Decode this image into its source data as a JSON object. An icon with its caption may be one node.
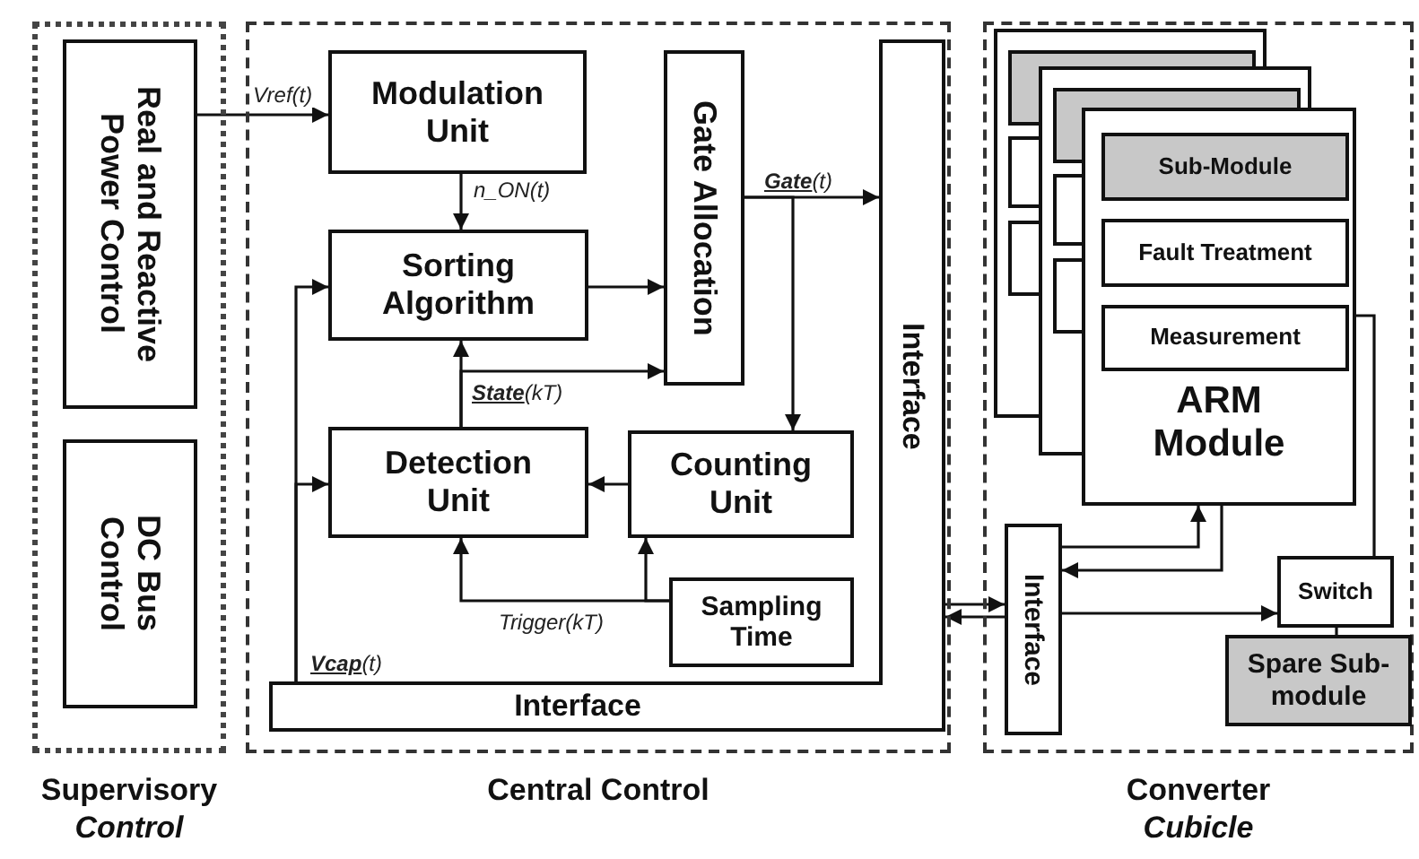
{
  "diagram": {
    "nodes": [
      {
        "text": [
          "Supervisory *Control*"
        ]
      },
      {
        "text": [
          "Real and Reactive Power Control"
        ],
        "in": 0
      },
      {
        "text": [
          "DC Bus Control"
        ],
        "in": 0
      },
      {
        "text": [
          "Central Control"
        ]
      },
      {
        "text": [
          "Modulation Unit"
        ],
        "in": 3
      },
      {
        "text": [
          "Sorting Algorithm"
        ],
        "in": 3
      },
      {
        "text": [
          "Gate Allocation"
        ],
        "in": 3
      },
      {
        "text": [
          "Interface"
        ],
        "in": 3
      },
      {
        "text": [
          "Interface"
        ],
        "in": 3
      },
      {
        "text": [
          "Detection Unit"
        ],
        "in": 3
      },
      {
        "text": [
          "Counting Unit"
        ],
        "in": 3
      },
      {
        "text": [
          "Sampling Time"
        ],
        "in": 3
      },
      {
        "text": [
          "Converter *Cubicle*"
        ]
      },
      {
        "text": [
          "ARM Module"
        ],
        "in": 12
      },
      {
        "text": [
          "Sub-Module"
        ],
        "in": 13
      },
      {
        "text": [
          "Fault Treatment"
        ],
        "in": 13
      },
      {
        "text": [
          "Measurement"
        ],
        "in": 13
      },
      {
        "text": [
          "Interface"
        ],
        "in": 12
      },
      {
        "text": [
          "Switch"
        ],
        "in": 12
      },
      {
        "text": [
          "Spare Sub-module"
        ],
        "in": 12
      }
    ],
    "edges": [
      {
        "from": 1,
        "to": 4,
        "arrow": "to",
        "label": "Vref(t)"
      },
      {
        "from": 4,
        "to": 5,
        "arrow": "to",
        "label": "n_ON(t)"
      },
      {
        "from": 5,
        "to": 6,
        "arrow": "to"
      },
      {
        "from": 9,
        "to": 5,
        "arrow": "to",
        "label": "**State**(kT)"
      },
      {
        "from": 9,
        "to": 6,
        "arrow": "to"
      },
      {
        "from": 6,
        "to": 7,
        "arrow": "to",
        "label": "**Gate**(t)"
      },
      {
        "from": 6,
        "to": 10,
        "arrow": "to"
      },
      {
        "from": 10,
        "to": 9,
        "arrow": "to"
      },
      {
        "from": 11,
        "to": 9,
        "arrow": "to",
        "label": "Trigger(kT)"
      },
      {
        "from": 11,
        "to": 10,
        "arrow": "to"
      },
      {
        "from": 8,
        "to": 5,
        "arrow": "to",
        "label": "**Vcap**(t)"
      },
      {
        "from": 8,
        "to": 9,
        "arrow": "to"
      },
      {
        "from": 7,
        "to": 17,
        "arrow": "to"
      },
      {
        "from": 17,
        "to": 7,
        "arrow": "to"
      },
      {
        "from": 17,
        "to": 13,
        "arrow": "to"
      },
      {
        "from": 13,
        "to": 17,
        "arrow": "to"
      },
      {
        "from": 17,
        "to": 18,
        "arrow": "to"
      },
      {
        "from": 13,
        "to": 18,
        "arrow": "none"
      },
      {
        "from": 18,
        "to": 19,
        "arrow": "none"
      }
    ]
  }
}
